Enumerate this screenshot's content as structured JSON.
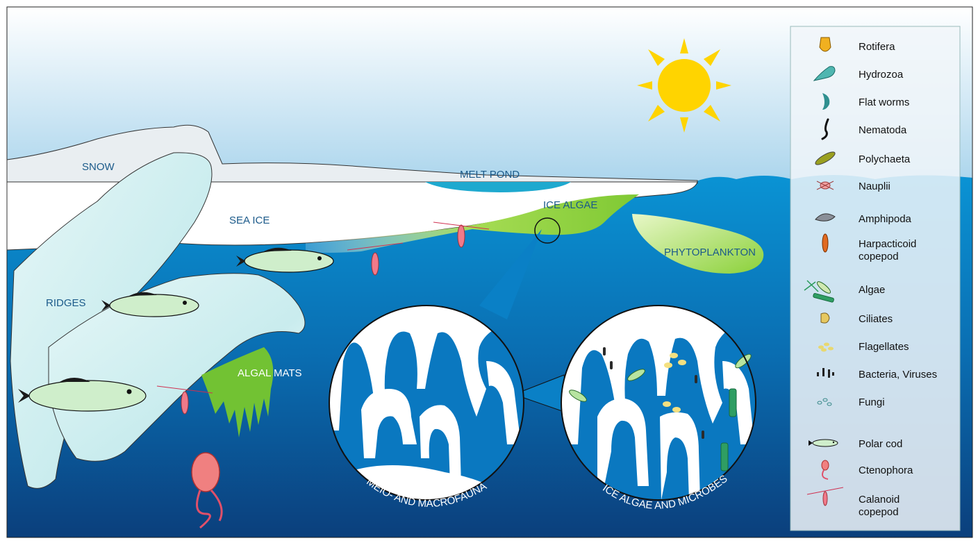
{
  "labels": {
    "snow": "SNOW",
    "melt_pond": "MELT POND",
    "sea_ice": "SEA ICE",
    "ice_algae": "ICE ALGAE",
    "phytoplankton": "PHYTOPLANKTON",
    "ridges": "RIDGES",
    "algal_mats": "ALGAL MATS",
    "meio_macrofauna": "MEIO- AND MACROFAUNA",
    "ice_algae_microbes": "ICE ALGAE AND MICROBES"
  },
  "legend": [
    {
      "label": "Rotifera",
      "icon": "rotifera-icon"
    },
    {
      "label": "Hydrozoa",
      "icon": "hydrozoa-icon"
    },
    {
      "label": "Flat worms",
      "icon": "flatworm-icon"
    },
    {
      "label": "Nematoda",
      "icon": "nematoda-icon"
    },
    {
      "label": "Polychaeta",
      "icon": "polychaeta-icon"
    },
    {
      "label": "Nauplii",
      "icon": "nauplii-icon"
    },
    {
      "label": "Amphipoda",
      "icon": "amphipoda-icon"
    },
    {
      "label": "Harpacticoid",
      "label2": "copepod",
      "icon": "harpacticoid-icon"
    },
    {
      "label": "Algae",
      "icon": "algae-icon"
    },
    {
      "label": "Ciliates",
      "icon": "ciliates-icon"
    },
    {
      "label": "Flagellates",
      "icon": "flagellates-icon"
    },
    {
      "label": "Bacteria, Viruses",
      "icon": "bacteria-icon"
    },
    {
      "label": "Fungi",
      "icon": "fungi-icon"
    },
    {
      "label": "Polar cod",
      "icon": "polar-cod-icon"
    },
    {
      "label": "Ctenophora",
      "icon": "ctenophora-icon"
    },
    {
      "label": "Calanoid",
      "label2": "copepod",
      "icon": "calanoid-icon"
    }
  ],
  "colors": {
    "sky_top": "#ffffff",
    "sky_bottom": "#b9dcef",
    "water_top": "#0a8fd0",
    "water_bottom": "#0b3d7a",
    "ice": "#ffffff",
    "ice_blue": "#cdeef0",
    "algae_green": "#8fd13f",
    "sun": "#ffd400",
    "label_blue": "#1b5a8a"
  }
}
